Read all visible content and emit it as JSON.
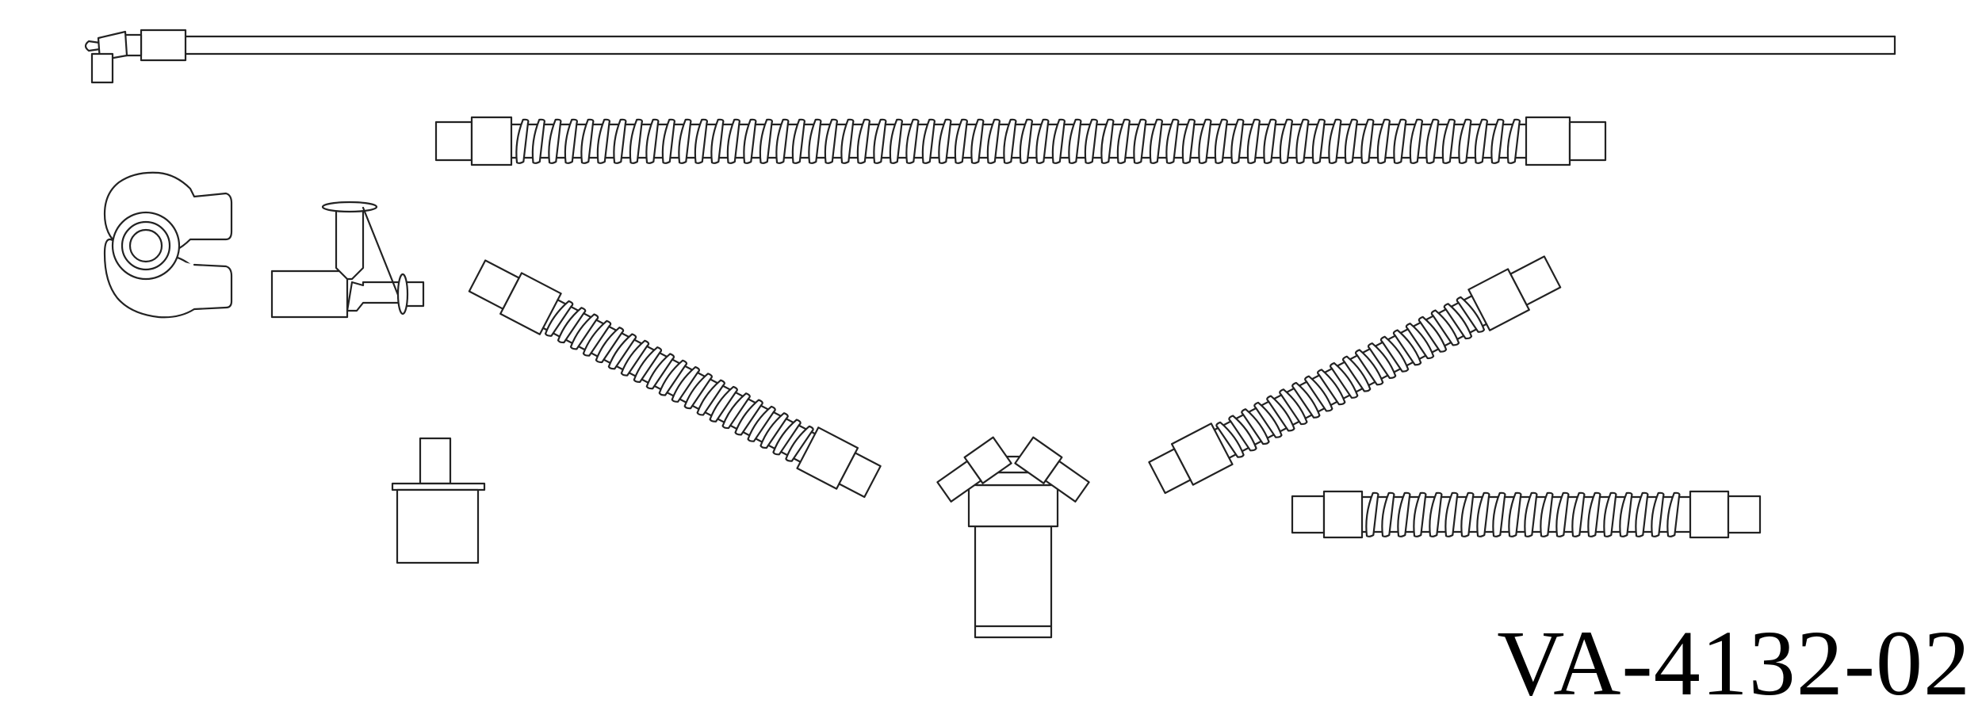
{
  "drawing": {
    "part_number": "VA-4132-02",
    "line_color": "#222222",
    "fill_color": "#ffffff",
    "components": [
      "sampling-line",
      "long-corrugated-tube",
      "mouthpiece",
      "elbow-adapter",
      "left-branch-tube",
      "right-branch-tube",
      "y-piece",
      "stepped-adapter",
      "short-corrugated-tube"
    ]
  }
}
